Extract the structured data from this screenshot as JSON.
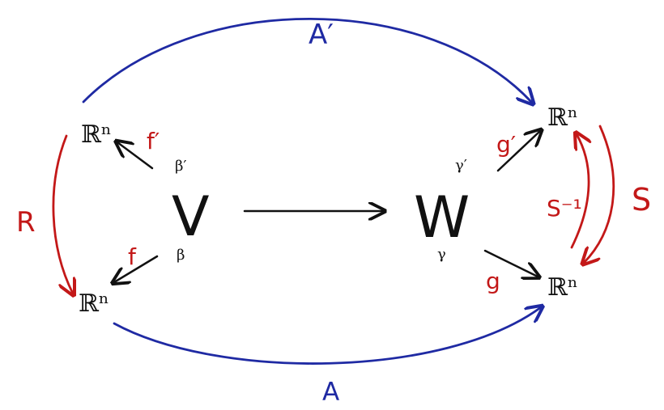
{
  "diagram": {
    "colors": {
      "black": "#111111",
      "blue": "#1f2aa3",
      "red": "#c31818"
    },
    "nodes": {
      "rn_top_left": "ℝⁿ",
      "rn_bottom_left": "ℝⁿ",
      "rn_top_right": "ℝⁿ",
      "rn_bottom_right": "ℝⁿ",
      "v": "V",
      "w": "W"
    },
    "basis_labels": {
      "beta_prime": "β′",
      "beta": "β",
      "gamma_prime": "γ′",
      "gamma": "γ"
    },
    "arrow_labels": {
      "a_prime": "A′",
      "a": "A",
      "r": "R",
      "s": "S",
      "s_inverse": "S⁻¹",
      "f_prime": "f′",
      "f": "f",
      "g_prime": "g′",
      "g": "g"
    }
  }
}
